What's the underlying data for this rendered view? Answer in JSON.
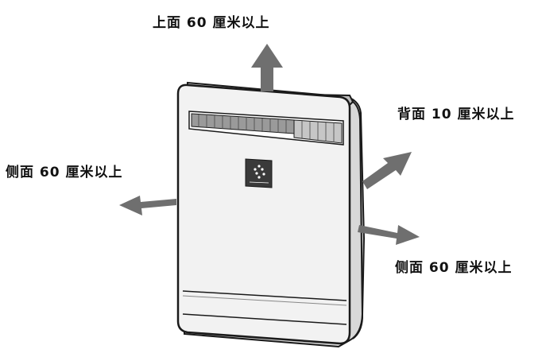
{
  "labels": {
    "top": "上面 60 厘米以上",
    "back": "背面 10 厘米以上",
    "left_side": "侧面 60 厘米以上",
    "right_side": "侧面 60 厘米以上"
  },
  "colors": {
    "arrow": "#6f6f6f",
    "body": "#f1f1f1",
    "outline": "#1a1a1a"
  }
}
